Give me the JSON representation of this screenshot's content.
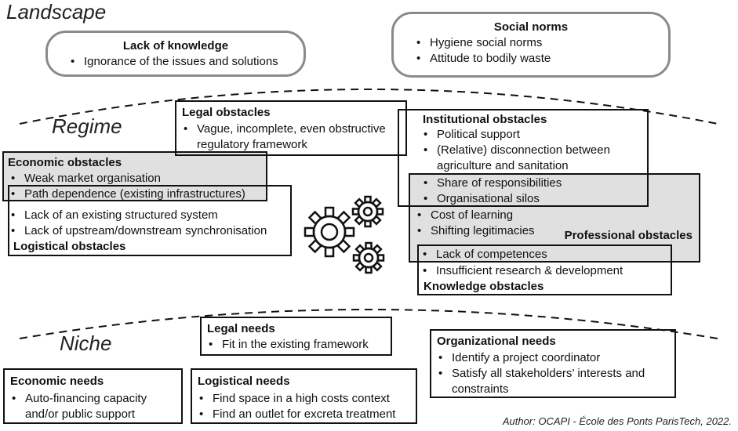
{
  "levels": {
    "landscape": "Landscape",
    "regime": "Regime",
    "niche": "Niche"
  },
  "landscape": {
    "lack_of_knowledge": {
      "title": "Lack of knowledge",
      "items": [
        "Ignorance of the issues and solutions"
      ]
    },
    "social_norms": {
      "title": "Social norms",
      "items": [
        "Hygiene social norms",
        "Attitude to bodily waste"
      ]
    }
  },
  "regime": {
    "legal": {
      "title": "Legal obstacles",
      "items": [
        "Vague, incomplete, even obstructive regulatory framework"
      ]
    },
    "institutional": {
      "title": "Institutional obstacles",
      "items": [
        "Political support",
        "(Relative) disconnection between agriculture and sanitation"
      ]
    },
    "economic": {
      "title": "Economic obstacles",
      "items": [
        "Weak market organisation"
      ]
    },
    "shared_econ_logistic": [
      "Path dependence (existing infrastructures)"
    ],
    "logistical": {
      "title": "Logistical  obstacles",
      "items": [
        "Lack of an existing structured system",
        "Lack of upstream/downstream synchronisation"
      ]
    },
    "shared_inst_prof": [
      "Share of responsibilities",
      "Organisational silos"
    ],
    "professional": {
      "title": "Professional obstacles",
      "items": [
        "Cost of learning",
        "Shifting legitimacies"
      ]
    },
    "shared_prof_knowledge": [
      "Lack of competences"
    ],
    "knowledge": {
      "title": "Knowledge obstacles",
      "items": [
        "Insufficient research & development"
      ]
    }
  },
  "niche": {
    "legal": {
      "title": "Legal needs",
      "items": [
        "Fit in the existing framework"
      ]
    },
    "organizational": {
      "title": "Organizational needs",
      "items": [
        "Identify a project coordinator",
        "Satisfy all stakeholders’ interests and constraints"
      ]
    },
    "economic": {
      "title": "Economic needs",
      "items": [
        "Auto-financing capacity and/or public support"
      ]
    },
    "logistical": {
      "title": "Logistical needs",
      "items": [
        "Find space in a high costs context",
        "Find an outlet for excreta treatment"
      ]
    }
  },
  "credit": "Author: OCAPI - École des Ponts ParisTech, 2022.",
  "colors": {
    "shaded_box": "#e0e0e0",
    "rounded_border": "#8a8a8a",
    "line": "#111111"
  },
  "icons": [
    "gears-icon"
  ]
}
